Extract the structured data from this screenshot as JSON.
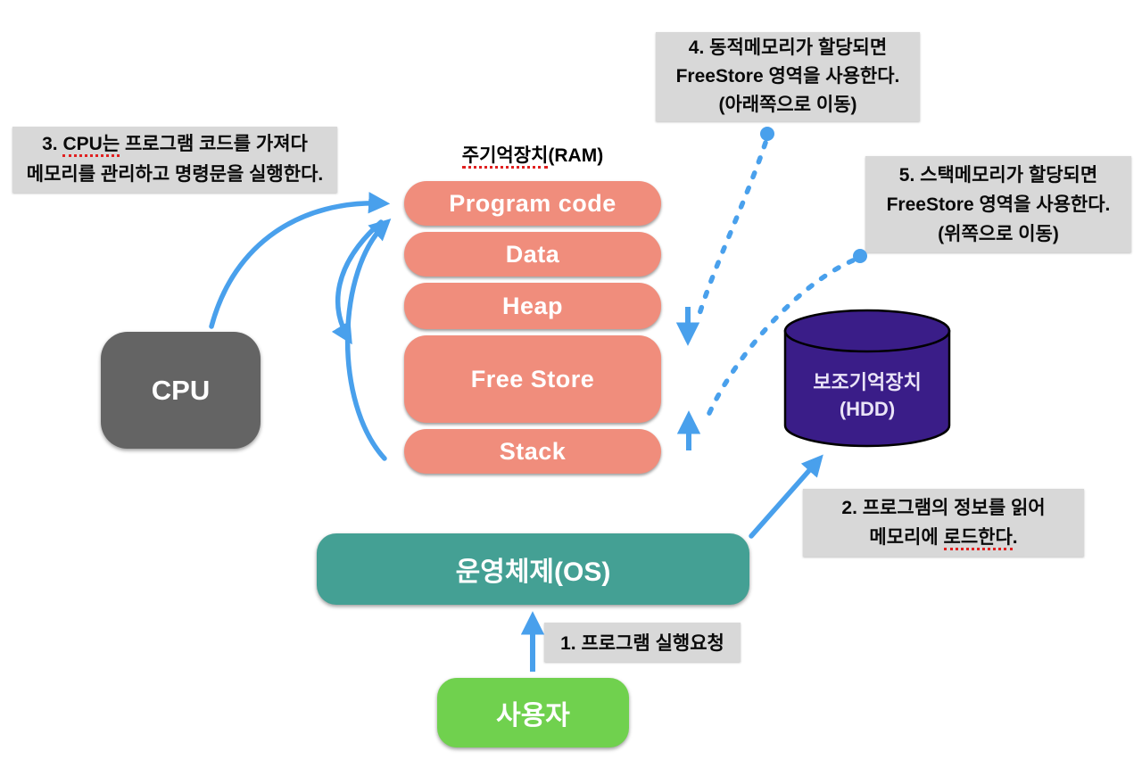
{
  "colors": {
    "salmon": "#F08D7C",
    "teal": "#44A094",
    "green": "#70D14E",
    "purple": "#3A1D88",
    "gray": "#646464",
    "blue": "#49A0EC",
    "note_bg": "#D8D8D8",
    "underline": "#E02020",
    "hdd_text": "#EAE4F7"
  },
  "ram": {
    "title_u": "주기억장치",
    "title_rest": "(RAM)",
    "segments": [
      {
        "label": "Program code"
      },
      {
        "label": "Data"
      },
      {
        "label": "Heap"
      },
      {
        "label": "Free Store"
      },
      {
        "label": "Stack"
      }
    ]
  },
  "cpu": {
    "label": "CPU"
  },
  "os": {
    "label": "운영체제(OS)"
  },
  "user": {
    "label": "사용자"
  },
  "hdd": {
    "line1": "보조기억장치",
    "line2": "(HDD)"
  },
  "annotations": {
    "a1": {
      "text": "1. 프로그램 실행요청"
    },
    "a2": {
      "line1": "2. 프로그램의 정보를 읽어",
      "line2_pre": "메모리에 ",
      "line2_u": "로드한다",
      "line2_post": "."
    },
    "a3": {
      "line1_pre": "3. ",
      "line1_u": "CPU는",
      "line1_post": " 프로그램 코드를 가져다",
      "line2": "메모리를 관리하고 명령문을 실행한다."
    },
    "a4": {
      "lines": [
        "4. 동적메모리가 할당되면",
        "FreeStore 영역을 사용한다.",
        "(아래쪽으로 이동)"
      ]
    },
    "a5": {
      "lines": [
        "5. 스택메모리가 할당되면",
        "FreeStore 영역을 사용한다.",
        "(위쪽으로 이동)"
      ]
    }
  }
}
